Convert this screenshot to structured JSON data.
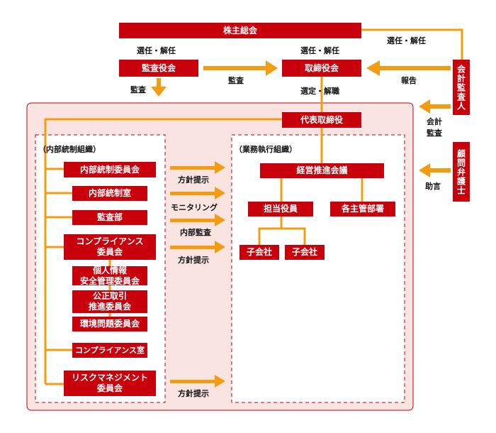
{
  "colors": {
    "box": "#c8000b",
    "line": "#f39c12",
    "panel_fill": "#f9e4e1",
    "panel_border": "#c8000b",
    "dash": "#c8000b"
  },
  "nodes": {
    "shareholders_meeting": "株主総会",
    "audit_board": "監査役会",
    "board_of_directors": "取締役会",
    "accounting_auditor": "会計監査人",
    "representative_director": "代表取締役",
    "legal_advisor": "顧問弁護士",
    "internal_control_committee": "内部統制委員会",
    "internal_control_office": "内部統制室",
    "audit_department": "監査部",
    "compliance_committee": "コンプライアンス\n委員会",
    "privacy_committee": "個人情報\n安全管理委員会",
    "fair_trade_committee": "公正取引\n推進委員会",
    "environment_committee": "環境問題委員会",
    "compliance_office": "コンプライアンス室",
    "risk_management_committee": "リスクマネジメント\n委員会",
    "management_council": "経営推進会議",
    "officer_in_charge": "担当役員",
    "department_heads": "各主管部署",
    "subsidiary_1": "子会社",
    "subsidiary_2": "子会社"
  },
  "labels": {
    "appoint_dismiss_left": "選任・解任",
    "appoint_dismiss_center": "選任・解任",
    "appoint_dismiss_right": "選任・解任",
    "audit_down": "監査",
    "audit_right": "監査",
    "select_dismiss": "選定・解職",
    "report": "報告",
    "accounting_audit": "会計\n監査",
    "advice": "助言",
    "policy_1": "方針提示",
    "monitoring": "モニタリング",
    "internal_audit": "内部監査",
    "policy_2": "方針提示",
    "policy_3": "方針提示"
  },
  "sections": {
    "internal_control_org": "（内部統制組織）",
    "business_execution_org": "（業務執行組織）"
  }
}
